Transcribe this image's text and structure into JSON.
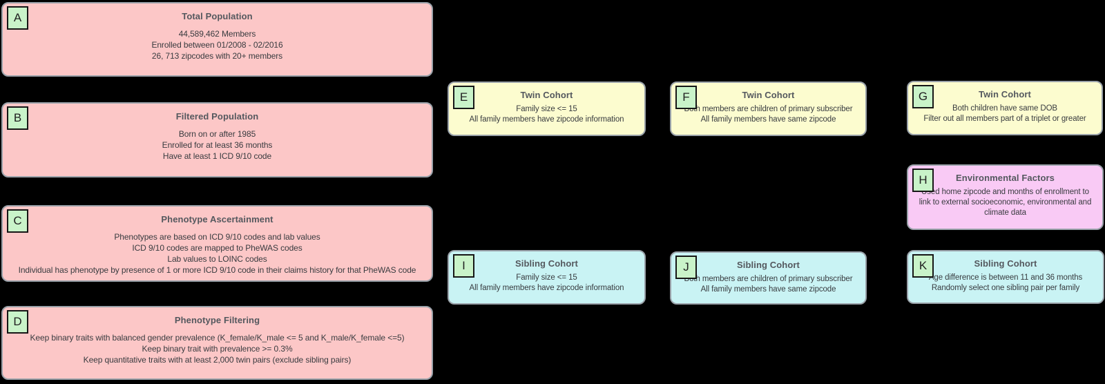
{
  "diagram": {
    "background": "#000000",
    "colors": {
      "pink": "#fcc7c7",
      "yellow": "#fcfccf",
      "cyan": "#c9f3f4",
      "magenta": "#f9caf5",
      "label_green": "#c9f3c9",
      "box_border": "#9aa2aa",
      "label_border": "#161616",
      "title_text": "#54585e",
      "body_text": "#383b3f"
    },
    "nodes": [
      {
        "id": "A",
        "title": "Total Population",
        "color": "pink",
        "lines": [
          "44,589,462 Members",
          "Enrolled between 01/2008 - 02/2016",
          "26, 713 zipcodes with 20+ members"
        ]
      },
      {
        "id": "B",
        "title": "Filtered Population",
        "color": "pink",
        "lines": [
          "Born on or after 1985",
          "Enrolled for at least 36 months",
          "Have at least 1 ICD 9/10 code"
        ]
      },
      {
        "id": "C",
        "title": "Phenotype Ascertainment",
        "color": "pink",
        "lines": [
          "Phenotypes are based on ICD 9/10 codes and lab values",
          "ICD 9/10 codes are mapped to PheWAS codes",
          "Lab values to LOINC codes",
          "Individual has phenotype by presence of 1 or more ICD 9/10 code in their claims history for that PheWAS code"
        ]
      },
      {
        "id": "D",
        "title": "Phenotype Filtering",
        "color": "pink",
        "lines": [
          "Keep binary traits with balanced gender prevalence (K_female/K_male <= 5 and K_male/K_female <=5)",
          "Keep binary trait with prevalence >= 0.3%",
          "Keep quantitative traits with at least 2,000 twin pairs (exclude sibling pairs)"
        ]
      },
      {
        "id": "E",
        "title": "Twin Cohort",
        "color": "yellow",
        "lines": [
          "Family size <= 15",
          "All family members have zipcode information"
        ]
      },
      {
        "id": "F",
        "title": "Twin Cohort",
        "color": "yellow",
        "lines": [
          "Both members are children of primary subscriber",
          "All family members have same zipcode"
        ]
      },
      {
        "id": "G",
        "title": "Twin Cohort",
        "color": "yellow",
        "lines": [
          "Both children have same DOB",
          "Filter out all members part of a triplet or greater"
        ]
      },
      {
        "id": "H",
        "title": "Environmental Factors",
        "color": "magenta",
        "wrap": true,
        "lines": [
          "Used home zipcode and months of enrollment to link to external socioeconomic, environmental and climate data"
        ]
      },
      {
        "id": "I",
        "title": "Sibling Cohort",
        "color": "cyan",
        "lines": [
          "Family size <= 15",
          "All family members have zipcode information"
        ]
      },
      {
        "id": "J",
        "title": "Sibling Cohort",
        "color": "cyan",
        "lines": [
          "Both members are children of primary subscriber",
          "All family members have same zipcode"
        ]
      },
      {
        "id": "K",
        "title": "Sibling Cohort",
        "color": "cyan",
        "lines": [
          "Age difference is between 11 and 36 months",
          "Randomly select one sibling pair per family"
        ]
      }
    ]
  }
}
